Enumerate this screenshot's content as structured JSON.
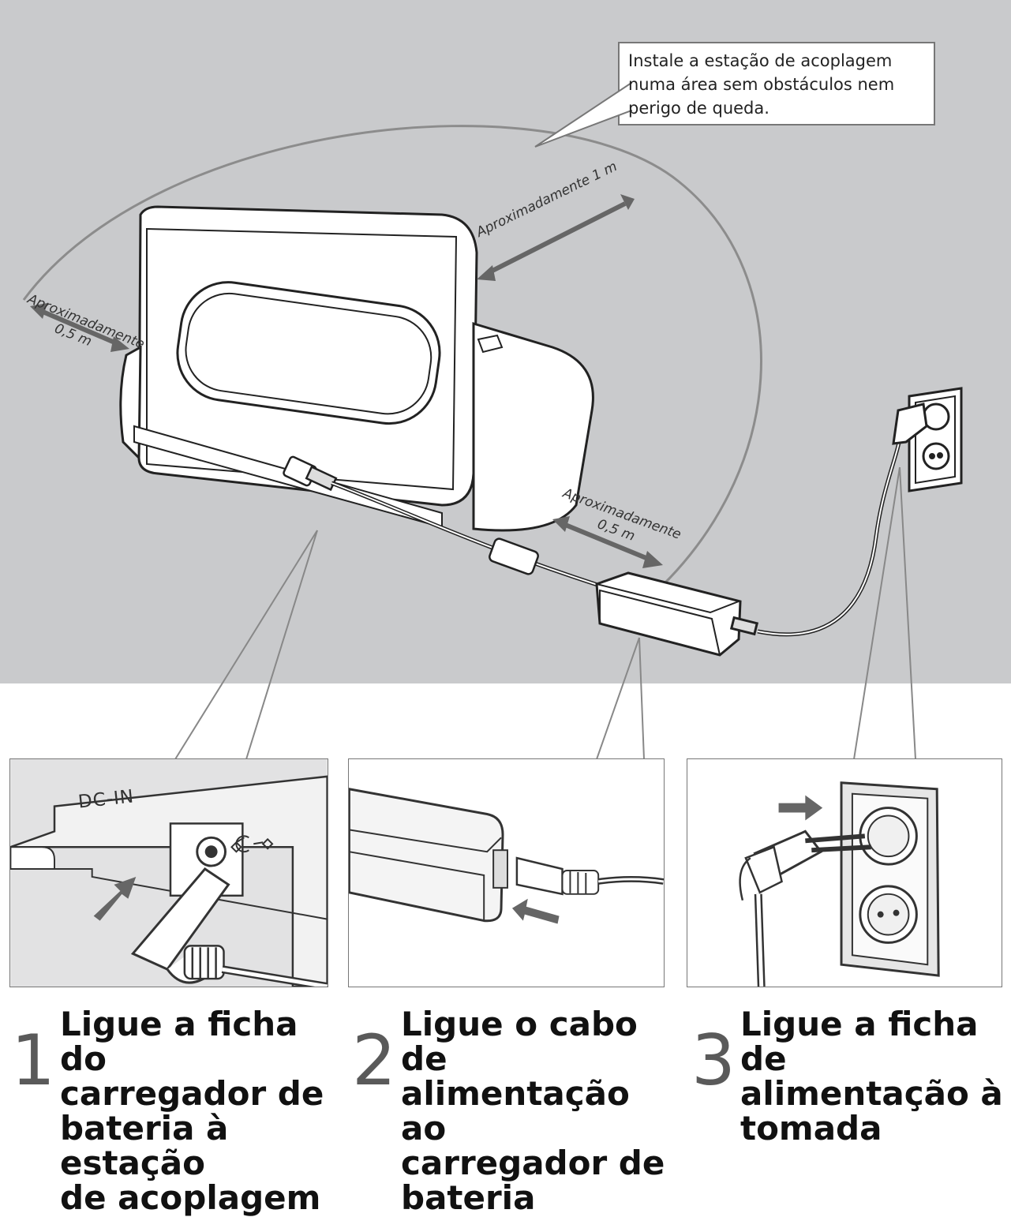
{
  "callout": {
    "text": "Instale a estação de acoplagem numa área sem obstáculos nem perigo de queda."
  },
  "distances": {
    "top": "Aproximadamente 1 m",
    "left": "Aproximadamente\n0,5 m",
    "right": "Aproximadamente\n0,5 m"
  },
  "panels": {
    "dc_label": "DC-IN"
  },
  "steps": [
    {
      "number": "1",
      "text": "Ligue a ficha do\ncarregador de\nbateria à estação\nde acoplagem"
    },
    {
      "number": "2",
      "text": "Ligue o cabo de\nalimentação ao\ncarregador de\nbateria"
    },
    {
      "number": "3",
      "text": "Ligue a ficha de\nalimentação à\ntomada"
    }
  ],
  "colors": {
    "backdrop": "#c9cacc",
    "arrow": "#666666",
    "line": "#222222"
  }
}
